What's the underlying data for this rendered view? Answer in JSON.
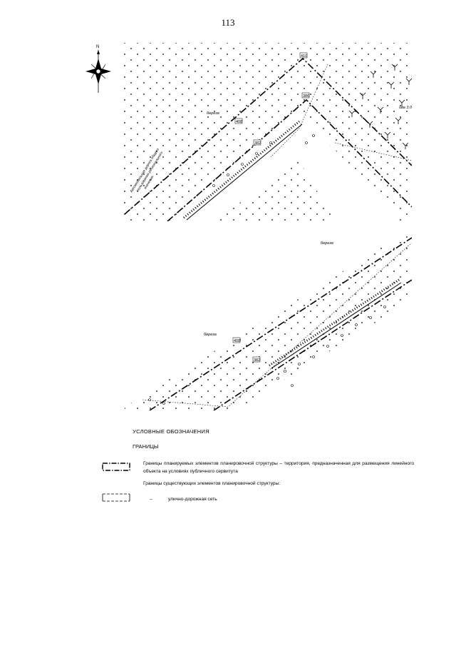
{
  "page": {
    "number": "113"
  },
  "compass": {
    "north_label": "N"
  },
  "map_top": {
    "labels": {
      "parcel_410": "410",
      "parcel_408": "408",
      "parcel_386": "386",
      "parcel_382": "382",
      "tree_bereza": "береза",
      "tree_iva": "ива 3.0"
    },
    "road_caption": [
      "Автомобильная дорога общего",
      "пользования регионального",
      "значения"
    ]
  },
  "map_bottom": {
    "labels": {
      "parcel_408": "408",
      "parcel_382": "382",
      "tree_bereza_1": "береза",
      "tree_bereza_2": "береза"
    }
  },
  "legend": {
    "title": "УСЛОВНЫЕ ОБОЗНАЧЕНИЯ",
    "subtitle": "ГРАНИЦЫ",
    "item1": "Границы планируемых элементов планировочной структуры – территория, предназначенная для размещения линейного объекта на условиях публичного сервитута",
    "item2_heading": "Границы существующих элементов планировочной структуры:",
    "item2_dash": "–",
    "item2_label": "улично-дорожная сеть"
  }
}
